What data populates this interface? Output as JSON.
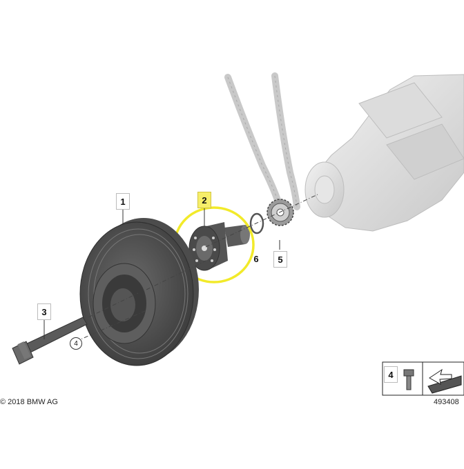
{
  "callouts": {
    "damper": "1",
    "hub": "2",
    "bolt": "3",
    "washer": "6",
    "sprocket": "5",
    "legend": "4"
  },
  "circled_refs": {
    "shaft": "4",
    "bolt": "4"
  },
  "copyright": "© 2018 BMW AG",
  "diagram_id": "493408",
  "colors": {
    "highlight_ring": "#f2ea2a",
    "highlight_box": "#f6ee6a",
    "part_dark": "#4a4a4a",
    "part_light": "#d8d8d8"
  },
  "icons": {
    "legend_symbol": "arrow-over-block-icon"
  }
}
